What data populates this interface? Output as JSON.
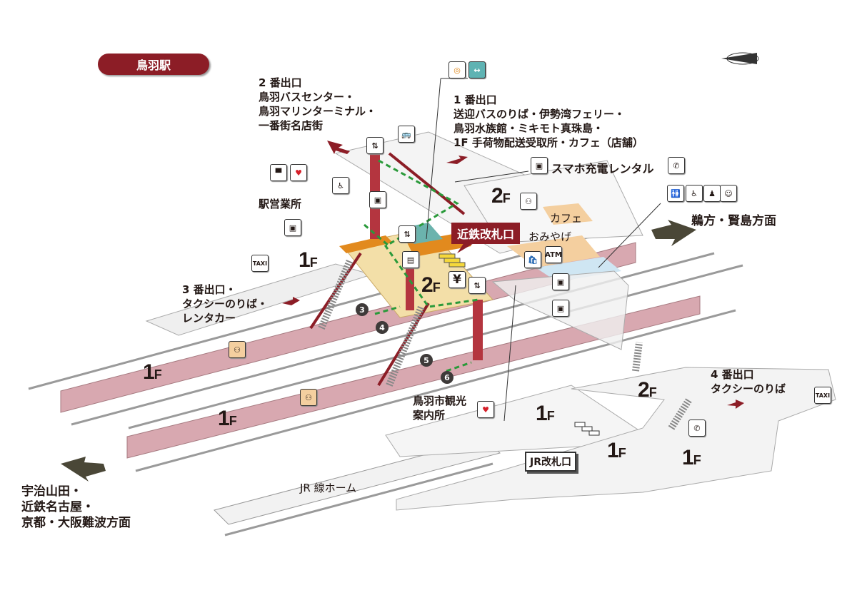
{
  "station_name": "鳥羽駅",
  "gate_label": "近鉄改札口",
  "jr_gate_label": "JR改札口",
  "jr_platform_label": "JR 線ホーム",
  "exits": {
    "exit2": "2 番出口\n鳥羽バスセンター・\n鳥羽マリンターミナル・\n一番街名店街",
    "exit1": "1 番出口\n送迎バスのりば・伊勢湾フェリー・\n鳥羽水族館・ミキモト真珠島・\n1F 手荷物配送受取所・カフェ（店舗）",
    "exit3": "3 番出口・\nタクシーのりば・\nレンタカー",
    "exit4": "4 番出口\nタクシーのりば"
  },
  "labels": {
    "station_office": "駅営業所",
    "phone_charge": "スマホ充電レンタル",
    "cafe": "カフェ",
    "souvenir": "おみやげ",
    "tourist_info": "鳥羽市観光\n案内所",
    "atm": "ATM",
    "taxi": "TAXI",
    "yen": "¥"
  },
  "directions": {
    "east": "鵜方・賢島方面",
    "west": "宇治山田・\n近鉄名古屋・\n京都・大阪難波方面"
  },
  "floors": {
    "f1": "1",
    "f2": "2",
    "suffix": "F"
  },
  "platform_numbers": [
    "3",
    "4",
    "5",
    "6"
  ],
  "colors": {
    "brand": "#8c1d26",
    "platform": "#d8a8b0",
    "concourse": "#f3dfa8",
    "shop": "#f4cf9f",
    "route": "#2a9a3a"
  }
}
